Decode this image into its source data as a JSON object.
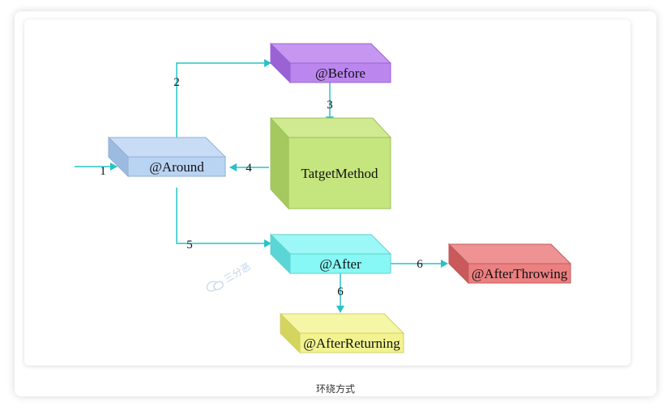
{
  "caption": "环绕方式",
  "watermark": "三分恶",
  "colors": {
    "around": "#b9d3f2",
    "before": "#bb86ee",
    "target": "#c5e57e",
    "after": "#87f8f6",
    "afterReturning": "#f2f390",
    "afterThrowing": "#eb8081",
    "arrow": "#28c2c8"
  },
  "nodes": {
    "around": "@Around",
    "before": "@Before",
    "target": "TatgetMethod",
    "after": "@After",
    "afterReturning": "@AfterReturning",
    "afterThrowing": "@AfterThrowing"
  },
  "edges": {
    "e1": "1",
    "e2": "2",
    "e3": "3",
    "e4": "4",
    "e5": "5",
    "e6a": "6",
    "e6b": "6"
  }
}
